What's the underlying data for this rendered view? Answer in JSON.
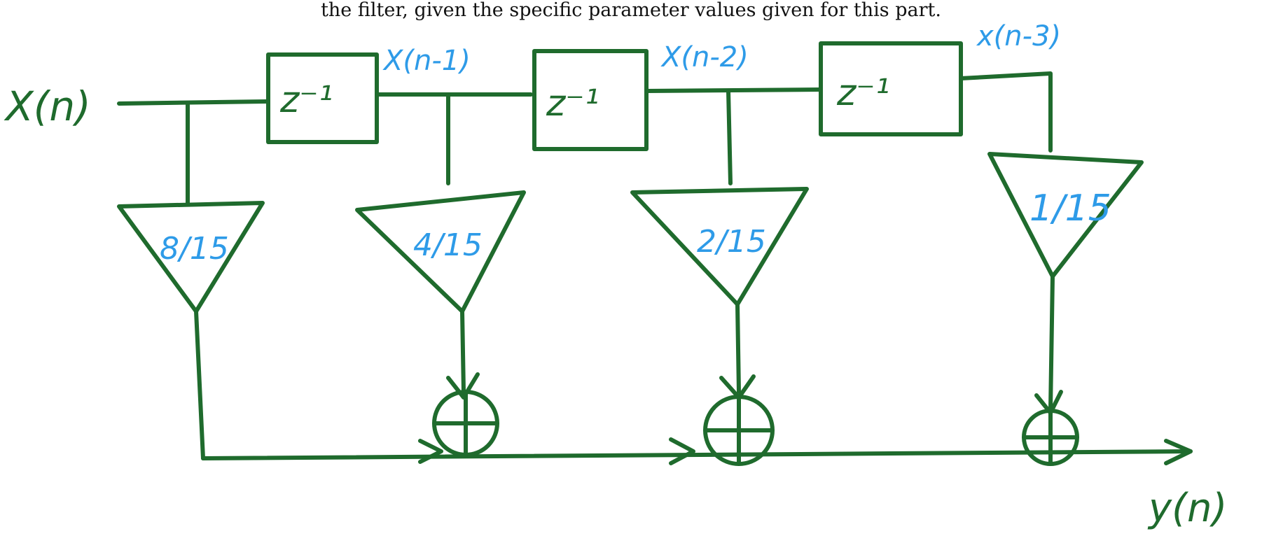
{
  "caption": "the filter, given the specific parameter values given for this part.",
  "input_label": "X(n)",
  "output_label": "y(n)",
  "delays": [
    {
      "label": "z⁻¹",
      "output_signal": "X(n-1)"
    },
    {
      "label": "z⁻¹",
      "output_signal": "X(n-2)"
    },
    {
      "label": "z⁻¹",
      "output_signal": "x(n-3)"
    }
  ],
  "gains": [
    {
      "label": "8/15"
    },
    {
      "label": "4/15"
    },
    {
      "label": "2/15"
    },
    {
      "label": "1/15"
    }
  ],
  "colors": {
    "ink": "#1f6b2d",
    "annotation": "#2e9be8"
  }
}
